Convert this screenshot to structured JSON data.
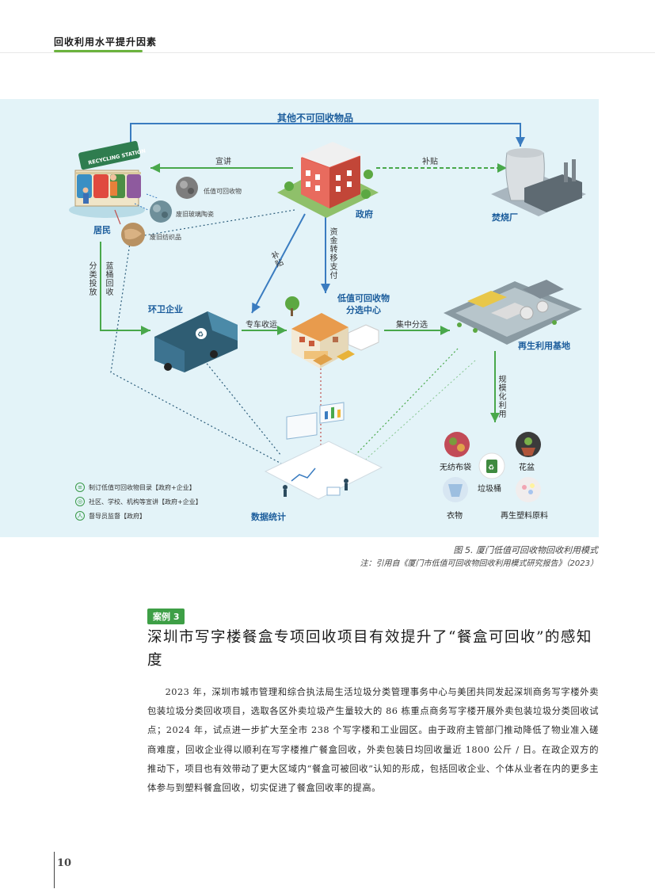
{
  "header": {
    "running_title": "回收利用水平提升因素"
  },
  "figure": {
    "nodes": {
      "residents": "居民",
      "government": "政府",
      "incineration": "焚烧厂",
      "sanitation": "环卫企业",
      "sorting_center_line1": "低值可回收物",
      "sorting_center_line2": "分选中心",
      "recycling_base": "再生利用基地",
      "statistics": "数据统计"
    },
    "station_sign": "RECYCLING STATION",
    "edges": {
      "non_recyclable": "其他不可回收物品",
      "publicity": "宣讲",
      "subsidy_top": "补贴",
      "subsidy_diag": "补贴",
      "fund_transfer": "资金转移支付",
      "sorting_delivery": "分类投放",
      "blue_bin": "蓝桶回收",
      "dedicated_transport": "专车收运",
      "centralized_sorting": "集中分选",
      "scale_utilization": "规模化利用"
    },
    "waste_types": [
      "低值可回收物",
      "废旧玻璃陶瓷",
      "废旧纺织品"
    ],
    "products": {
      "nonwoven_bag": "无纺布袋",
      "flowerpot": "花盆",
      "trash_bin": "垃圾桶",
      "clothes": "衣物",
      "recycled_plastic": "再生塑料原料"
    },
    "legend": [
      {
        "icon": "≡",
        "text": "制订低值可回收物目录【政府+企业】"
      },
      {
        "icon": "◎",
        "text": "社区、学校、机构等宣讲【政府+企业】"
      },
      {
        "icon": "人",
        "text": "督导员监督【政府】"
      }
    ],
    "colors": {
      "arrow_blue": "#3a7cc0",
      "arrow_green": "#49a84b",
      "background": "#e3f3f8",
      "title_blue": "#1c5d9c"
    }
  },
  "caption": {
    "title": "图 5. 厦门低值可回收物回收利用模式",
    "note": "注：引用自《厦门市低值可回收物回收利用模式研究报告》（2023）"
  },
  "case_study": {
    "badge": "案例 3",
    "title": "深圳市写字楼餐盒专项回收项目有效提升了“餐盒可回收”的感知度",
    "body": "2023 年，深圳市城市管理和综合执法局生活垃圾分类管理事务中心与美团共同发起深圳商务写字楼外卖包装垃圾分类回收项目，选取各区外卖垃圾产生量较大的 86 栋重点商务写字楼开展外卖包装垃圾分类回收试点；2024 年，试点进一步扩大至全市 238 个写字楼和工业园区。由于政府主管部门推动降低了物业准入磋商难度，回收企业得以顺利在写字楼推广餐盒回收，外卖包装日均回收量近 1800 公斤 / 日。在政企双方的推动下，项目也有效带动了更大区域内“餐盒可被回收”认知的形成，包括回收企业、个体从业者在内的更多主体参与到塑料餐盒回收，切实促进了餐盒回收率的提高。"
  },
  "page_number": "10"
}
